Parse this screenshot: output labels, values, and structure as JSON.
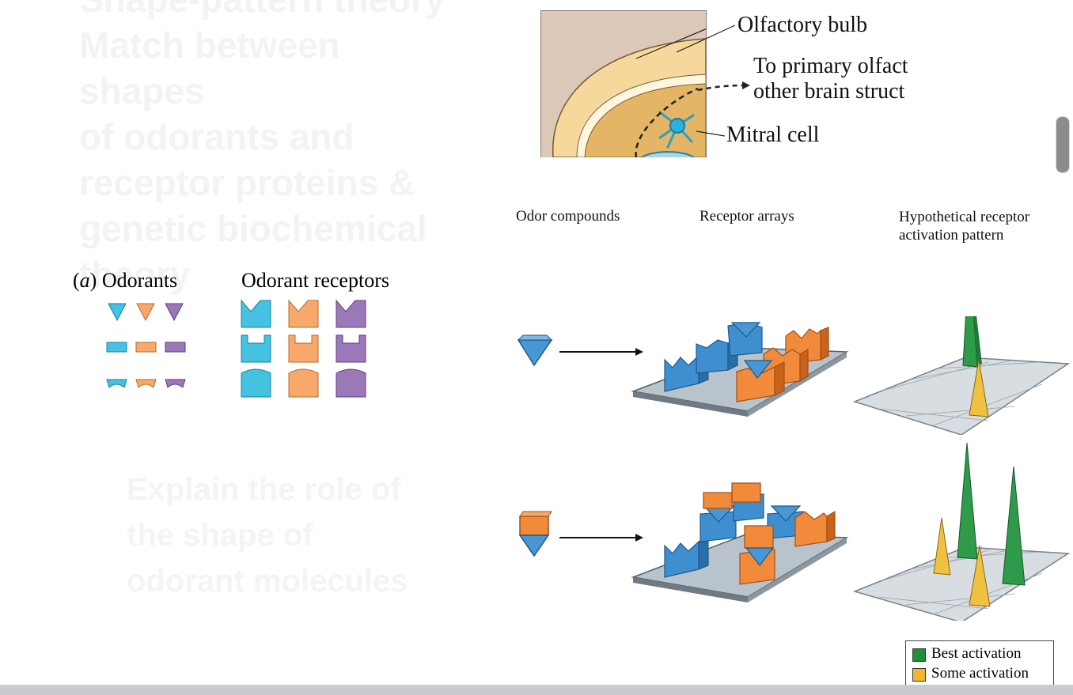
{
  "background_slide": {
    "lines_top": [
      "Shape-pattern theory",
      "Match between shapes",
      "of odorants and",
      "receptor proteins &",
      "genetic biochemical",
      "theory"
    ],
    "lines_bottom": [
      "Explain the role of",
      "the shape of",
      "odorant molecules"
    ]
  },
  "bulb_figure": {
    "label_bulb": "Olfactory bulb",
    "label_primary_line1": "To primary olfact",
    "label_primary_line2": "other brain struct",
    "label_mitral": "Mitral cell"
  },
  "panel_a": {
    "panel_letter": "a",
    "odorants_label": "Odorants",
    "receptors_label": "Odorant receptors",
    "colors": {
      "blue": "#45c2e1",
      "orange": "#f7a86a",
      "purple": "#9b78b8"
    }
  },
  "panel_b": {
    "col1_label": "Odor compounds",
    "col2_label": "Receptor arrays",
    "col3_label_line1": "Hypothetical receptor",
    "col3_label_line2": "activation pattern",
    "colors": {
      "receptor_blue": "#3f8fd0",
      "receptor_orange": "#f28a3c",
      "plate": "#b9c3cc",
      "best": "#2e9a4a",
      "some": "#f0c040"
    }
  },
  "legend": {
    "best": "Best activation",
    "some": "Some activation",
    "best_color": "#1f8f3a",
    "some_color": "#f2b632"
  }
}
